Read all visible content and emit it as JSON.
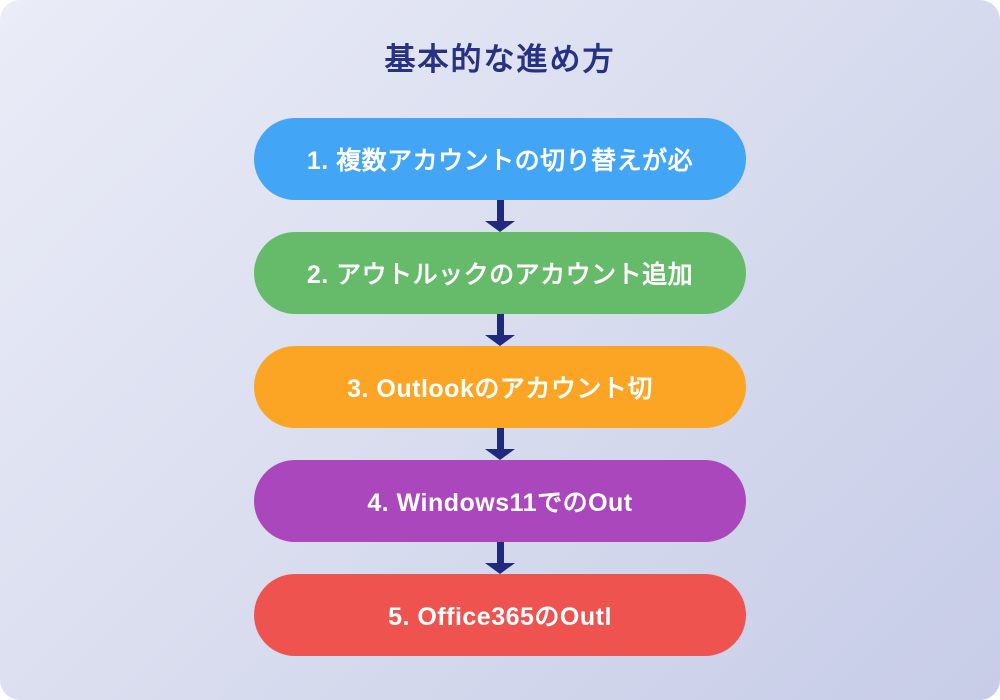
{
  "title": "基本的な進め方",
  "colors": {
    "bg_start": "#eaecf7",
    "bg_mid": "#d8dcee",
    "bg_end": "#c7cce8",
    "title": "#283285",
    "arrow": "#1f2a7e",
    "step_text": "#ffffff"
  },
  "icons": {
    "down_arrow": "▼"
  },
  "steps": [
    {
      "label": "1. 複数アカウントの切り替えが必",
      "color": "#42a5f5"
    },
    {
      "label": "2. アウトルックのアカウント追加",
      "color": "#66bb6a"
    },
    {
      "label": "3. Outlookのアカウント切",
      "color": "#fca525"
    },
    {
      "label": "4. Windows11でのOut",
      "color": "#ab47bc"
    },
    {
      "label": "5. Office365のOutl",
      "color": "#ef5350"
    }
  ]
}
